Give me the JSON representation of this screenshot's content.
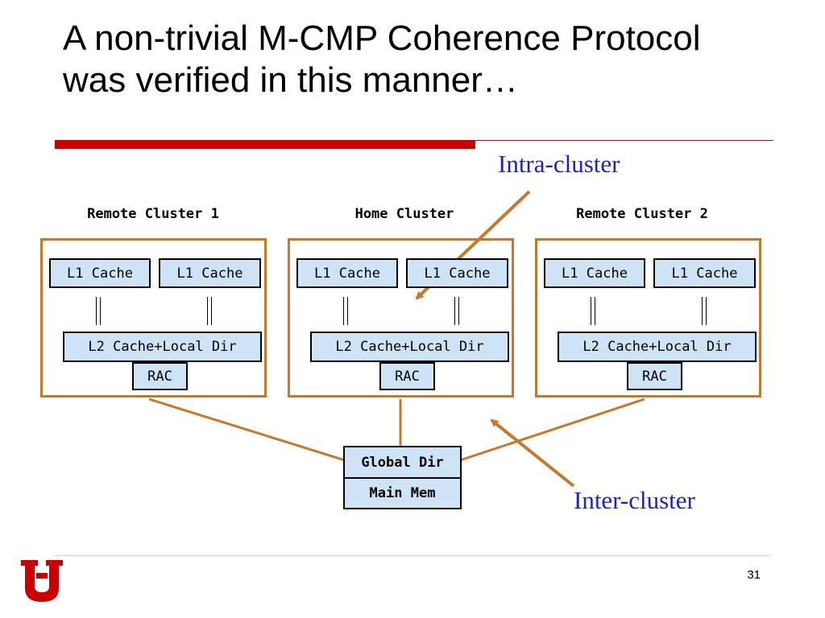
{
  "slide": {
    "title_line1": "A non-trivial M-CMP Coherence Protocol",
    "title_line2": "was verified in this manner…",
    "page_number": "31"
  },
  "annotations": {
    "intra": "Intra-cluster",
    "inter": "Inter-cluster"
  },
  "clusters": [
    {
      "label": "Remote Cluster 1",
      "l1a": "L1 Cache",
      "l1b": "L1 Cache",
      "l2": "L2 Cache+Local Dir",
      "rac": "RAC"
    },
    {
      "label": "Home Cluster",
      "l1a": "L1 Cache",
      "l1b": "L1 Cache",
      "l2": "L2 Cache+Local Dir",
      "rac": "RAC"
    },
    {
      "label": "Remote Cluster 2",
      "l1a": "L1 Cache",
      "l1b": "L1 Cache",
      "l2": "L2 Cache+Local Dir",
      "rac": "RAC"
    }
  ],
  "global": {
    "dir": "Global Dir",
    "mem": "Main Mem"
  },
  "colors": {
    "accent_red": "#cc0000",
    "cluster_border": "#c8782a",
    "box_fill": "#cfe3f7",
    "annotation_blue": "#1f1fc8"
  },
  "logo": {
    "icon": "university-of-utah-block-u-icon"
  }
}
